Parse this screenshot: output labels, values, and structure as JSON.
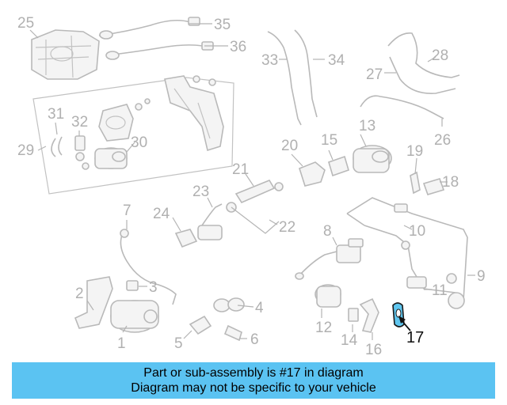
{
  "diagram": {
    "callouts": [
      {
        "id": "1",
        "label": "1"
      },
      {
        "id": "2",
        "label": "2"
      },
      {
        "id": "3",
        "label": "3"
      },
      {
        "id": "4",
        "label": "4"
      },
      {
        "id": "5",
        "label": "5"
      },
      {
        "id": "6",
        "label": "6"
      },
      {
        "id": "7",
        "label": "7"
      },
      {
        "id": "8",
        "label": "8"
      },
      {
        "id": "9",
        "label": "9"
      },
      {
        "id": "10",
        "label": "10"
      },
      {
        "id": "11",
        "label": "11"
      },
      {
        "id": "12",
        "label": "12"
      },
      {
        "id": "13",
        "label": "13"
      },
      {
        "id": "14",
        "label": "14"
      },
      {
        "id": "15",
        "label": "15"
      },
      {
        "id": "16",
        "label": "16"
      },
      {
        "id": "17",
        "label": "17"
      },
      {
        "id": "18",
        "label": "18"
      },
      {
        "id": "19",
        "label": "19"
      },
      {
        "id": "20",
        "label": "20"
      },
      {
        "id": "21",
        "label": "21"
      },
      {
        "id": "22",
        "label": "22"
      },
      {
        "id": "23",
        "label": "23"
      },
      {
        "id": "24",
        "label": "24"
      },
      {
        "id": "25",
        "label": "25"
      },
      {
        "id": "26",
        "label": "26"
      },
      {
        "id": "27",
        "label": "27"
      },
      {
        "id": "28",
        "label": "28"
      },
      {
        "id": "29",
        "label": "29"
      },
      {
        "id": "30",
        "label": "30"
      },
      {
        "id": "31",
        "label": "31"
      },
      {
        "id": "32",
        "label": "32"
      },
      {
        "id": "33",
        "label": "33"
      },
      {
        "id": "34",
        "label": "34"
      },
      {
        "id": "35",
        "label": "35"
      },
      {
        "id": "36",
        "label": "36"
      }
    ],
    "highlighted_part": "17",
    "highlight_color": "#5fc6ef"
  },
  "banner": {
    "line1": "Part or sub-assembly is #17 in diagram",
    "line2": "Diagram may not be specific to your vehicle",
    "background": "#5bc3f2"
  }
}
